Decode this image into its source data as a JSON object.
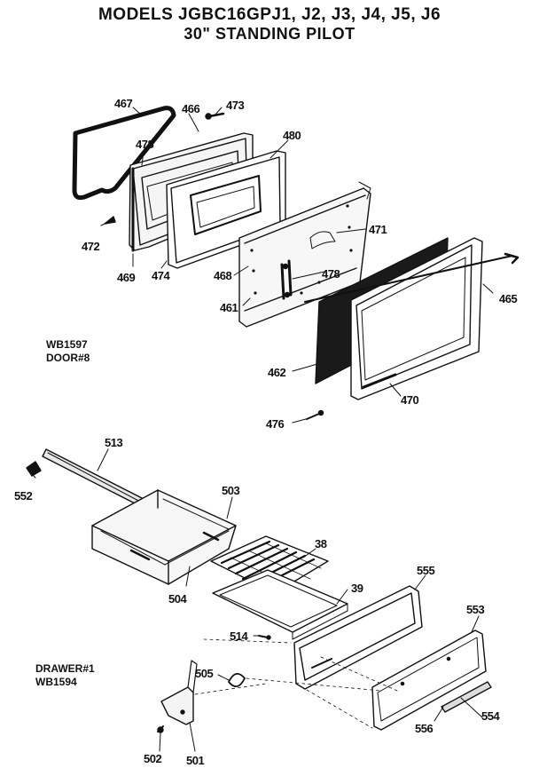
{
  "header": {
    "models_line": "MODELS JGBC16GPJ1, J2, J3, J4, J5, J6",
    "subtitle": "30\" STANDING PILOT"
  },
  "groups": {
    "door": {
      "part_number": "WB1597",
      "name": "DOOR#8"
    },
    "drawer": {
      "name": "DRAWER#1",
      "part_number": "WB1594"
    }
  },
  "labels": {
    "p467": "467",
    "p466": "466",
    "p473": "473",
    "p478a": "478",
    "p480": "480",
    "p471": "471",
    "p472": "472",
    "p469": "469",
    "p474": "474",
    "p468": "468",
    "p478b": "478",
    "p461": "461",
    "p465": "465",
    "p462": "462",
    "p470": "470",
    "p476": "476",
    "p513": "513",
    "p552": "552",
    "p503": "503",
    "p38": "38",
    "p504": "504",
    "p39": "39",
    "p555": "555",
    "p553": "553",
    "p514": "514",
    "p505": "505",
    "p554": "554",
    "p556": "556",
    "p502": "502",
    "p501": "501"
  }
}
